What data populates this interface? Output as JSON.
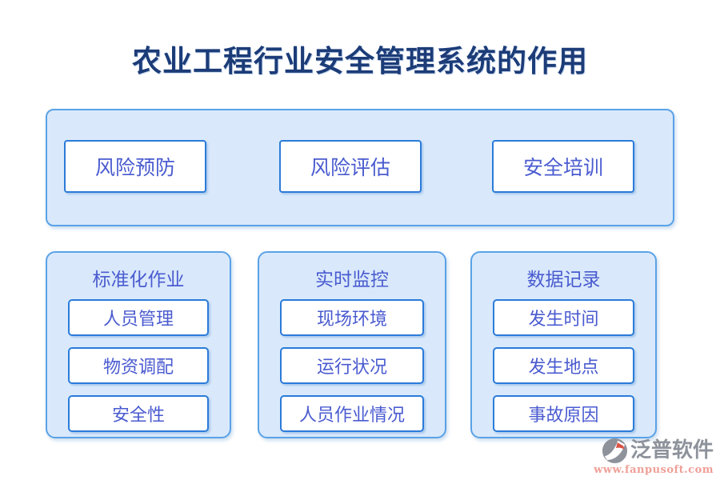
{
  "title": "农业工程行业安全管理系统的作用",
  "top_panel": {
    "buttons": [
      "风险预防",
      "风险评估",
      "安全培训"
    ]
  },
  "panels": [
    {
      "header": "标准化作业",
      "items": [
        "人员管理",
        "物资调配",
        "安全性"
      ]
    },
    {
      "header": "实时监控",
      "items": [
        "现场环境",
        "运行状况",
        "人员作业情况"
      ]
    },
    {
      "header": "数据记录",
      "items": [
        "发生时间",
        "发生地点",
        "事故原因"
      ]
    }
  ],
  "footer": {
    "brand": "泛普软件",
    "url": "www.fanpusoft.com",
    "logo_icon": "fanpu-logo-icon"
  },
  "colors": {
    "title": "#1c3c78",
    "panel_bg": "#d9e9fb",
    "panel_border": "#5aa2e6",
    "box_border": "#2b7bd9",
    "box_text": "#4a5bd0",
    "brand_gray": "#8d929b",
    "brand_red": "#dd5246",
    "url_pink": "#ef9f97"
  }
}
